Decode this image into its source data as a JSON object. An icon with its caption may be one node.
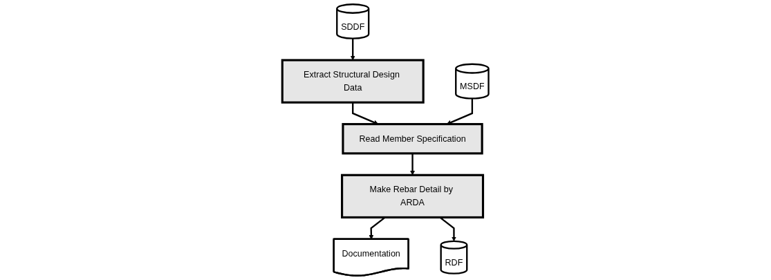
{
  "diagram": {
    "nodes": [
      {
        "text": [
          "SDDF"
        ]
      },
      {
        "text": [
          "Extract Structural Design Data"
        ]
      },
      {
        "text": [
          "Read Member Specification"
        ]
      },
      {
        "text": [
          "MSDF"
        ]
      },
      {
        "text": [
          "Make Rebar Detail by ARDA"
        ]
      },
      {
        "text": [
          "Documentation"
        ]
      },
      {
        "text": [
          "RDF"
        ]
      }
    ],
    "edges": [
      {
        "from": 0,
        "to": 1,
        "arrow": "to"
      },
      {
        "from": 1,
        "to": 2,
        "arrow": "to"
      },
      {
        "from": 3,
        "to": 2,
        "arrow": "to"
      },
      {
        "from": 2,
        "to": 4,
        "arrow": "to"
      },
      {
        "from": 4,
        "to": 5,
        "arrow": "to"
      },
      {
        "from": 4,
        "to": 6,
        "arrow": "to"
      }
    ]
  }
}
